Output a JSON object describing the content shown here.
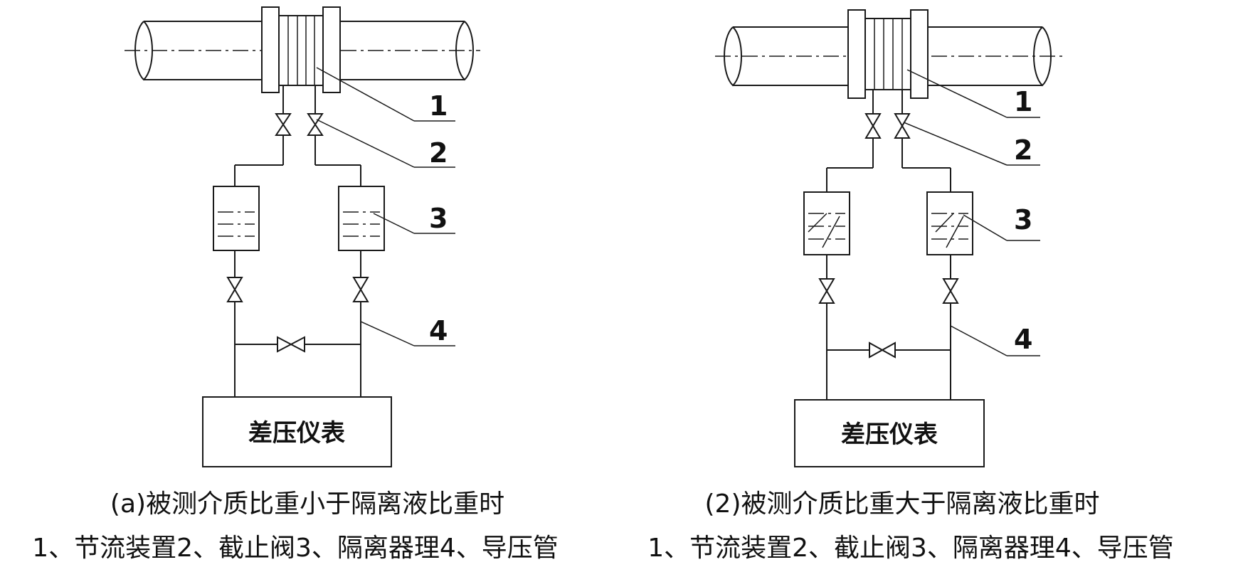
{
  "panels": [
    {
      "id": "a",
      "part_labels": [
        "1",
        "2",
        "3",
        "4"
      ],
      "box_label": "差压仪表",
      "caption": "(a)被测介质比重小于隔离液比重时",
      "legend": "1、节流装置2、截止阀3、隔离器理4、导压管"
    },
    {
      "id": "b",
      "part_labels": [
        "1",
        "2",
        "3",
        "4"
      ],
      "box_label": "差压仪表",
      "caption": "(2)被测介质比重大于隔离液比重时",
      "legend": "1、节流装置2、截止阀3、隔离器理4、导压管"
    }
  ]
}
